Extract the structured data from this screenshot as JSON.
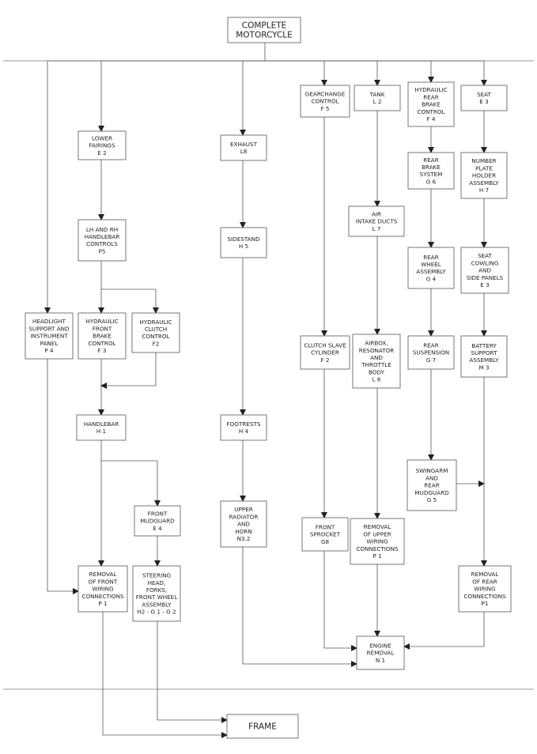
{
  "nodes": {
    "complete_motorcycle": [
      "COMPLETE",
      "MOTORCYCLE"
    ],
    "frame": [
      "FRAME"
    ],
    "engine_removal": [
      "ENGINE",
      "REMOVAL",
      "N 1"
    ],
    "lower_fairings": [
      "LOWER",
      "FAIRINGS",
      "E 2"
    ],
    "lh_rh_handlebar_controls": [
      "LH AND RH",
      "HANDLEBAR",
      "CONTROLS",
      "P5"
    ],
    "headlight_support": [
      "HEADLIGHT",
      "SUPPORT AND",
      "INSTRUMENT",
      "PANEL",
      "P 4"
    ],
    "hydraulic_front_brake_control": [
      "HYDRAULIC",
      "FRONT",
      "BRAKE",
      "CONTROL",
      "F 3"
    ],
    "hydraulic_clutch_control": [
      "HYDRAULIC",
      "CLUTCH",
      "CONTROL",
      "F2"
    ],
    "handlebar": [
      "HANDLEBAR",
      "H 1"
    ],
    "front_mudguard": [
      "FRONT",
      "MUDGUARD",
      "E 4"
    ],
    "removal_front_wiring": [
      "REMOVAL",
      "OF FRONT",
      "WIRING",
      "CONNECTIONS",
      "P 1"
    ],
    "steering_head": [
      "STEERING",
      "HEAD,",
      "FORKS,",
      "FRONT WHEEL",
      "ASSEMBLY",
      "H2 - G 1 - G 2"
    ],
    "exhaust": [
      "EXHAUST",
      "L8"
    ],
    "sidestand": [
      "SIDESTAND",
      "H 5"
    ],
    "footrests": [
      "FOOTRESTS",
      "H 4"
    ],
    "upper_radiator_horn": [
      "UPPER",
      "RADIATOR",
      "AND",
      "HORN",
      "N3.2"
    ],
    "gearchange_control": [
      "GEARCHANGE",
      "CONTROL",
      "F 5"
    ],
    "clutch_slave_cylinder": [
      "CLUTCH SLAVE",
      "CYLINDER",
      "F 2"
    ],
    "front_sprocket": [
      "FRONT",
      "SPROCKET",
      "G8"
    ],
    "tank": [
      "TANK",
      "L 2"
    ],
    "air_intake_ducts": [
      "AIR",
      "INTAKE DUCTS",
      "L 7"
    ],
    "airbox": [
      "AIRBOX,",
      "RESONATOR",
      "AND",
      "THROTTLE",
      "BODY",
      "L 6"
    ],
    "removal_upper_wiring": [
      "REMOVAL",
      "OF UPPER",
      "WIRING",
      "CONNECTIONS",
      "P 1"
    ],
    "hydraulic_rear_brake_control": [
      "HYDRAULIC",
      "REAR",
      "BRAKE",
      "CONTROL",
      "F 4"
    ],
    "rear_brake_system": [
      "REAR",
      "BRAKE",
      "SYSTEM",
      "G 6"
    ],
    "rear_wheel_assembly": [
      "REAR",
      "WHEEL",
      "ASSEMBLY",
      "G 4"
    ],
    "rear_suspension": [
      "REAR",
      "SUSPENSION",
      "G 7"
    ],
    "swingarm_rear_mudguard": [
      "SWINGARM",
      "AND",
      "REAR",
      "MUDGUARD",
      "G 5"
    ],
    "seat": [
      "SEAT",
      "E 3"
    ],
    "number_plate_holder": [
      "NUMBER",
      "PLATE",
      "HOLDER",
      "ASSEMBLY",
      "H 7"
    ],
    "seat_cowling_side_panels": [
      "SEAT",
      "COWLING",
      "AND",
      "SIDE PANELS",
      "E 3"
    ],
    "battery_support": [
      "BATTERY",
      "SUPPORT",
      "ASSEMBLY",
      "M 3"
    ],
    "removal_rear_wiring": [
      "REMOVAL",
      "OF REAR",
      "WIRING",
      "CONNECTIONS",
      "P1"
    ]
  },
  "edges": [
    [
      "complete_motorcycle",
      "lower_fairings"
    ],
    [
      "complete_motorcycle",
      "headlight_support"
    ],
    [
      "complete_motorcycle",
      "exhaust"
    ],
    [
      "complete_motorcycle",
      "gearchange_control"
    ],
    [
      "complete_motorcycle",
      "tank"
    ],
    [
      "complete_motorcycle",
      "hydraulic_rear_brake_control"
    ],
    [
      "complete_motorcycle",
      "seat"
    ],
    [
      "lower_fairings",
      "lh_rh_handlebar_controls"
    ],
    [
      "lh_rh_handlebar_controls",
      "hydraulic_front_brake_control"
    ],
    [
      "lh_rh_handlebar_controls",
      "hydraulic_clutch_control"
    ],
    [
      "hydraulic_front_brake_control",
      "handlebar"
    ],
    [
      "hydraulic_clutch_control",
      "handlebar"
    ],
    [
      "handlebar",
      "removal_front_wiring"
    ],
    [
      "handlebar",
      "front_mudguard"
    ],
    [
      "headlight_support",
      "removal_front_wiring"
    ],
    [
      "front_mudguard",
      "steering_head"
    ],
    [
      "removal_front_wiring",
      "frame"
    ],
    [
      "steering_head",
      "frame"
    ],
    [
      "exhaust",
      "sidestand"
    ],
    [
      "sidestand",
      "footrests"
    ],
    [
      "footrests",
      "upper_radiator_horn"
    ],
    [
      "upper_radiator_horn",
      "engine_removal"
    ],
    [
      "gearchange_control",
      "clutch_slave_cylinder"
    ],
    [
      "clutch_slave_cylinder",
      "front_sprocket"
    ],
    [
      "front_sprocket",
      "engine_removal"
    ],
    [
      "tank",
      "air_intake_ducts"
    ],
    [
      "air_intake_ducts",
      "airbox"
    ],
    [
      "airbox",
      "removal_upper_wiring"
    ],
    [
      "removal_upper_wiring",
      "engine_removal"
    ],
    [
      "hydraulic_rear_brake_control",
      "rear_brake_system"
    ],
    [
      "rear_brake_system",
      "rear_wheel_assembly"
    ],
    [
      "rear_wheel_assembly",
      "rear_suspension"
    ],
    [
      "rear_suspension",
      "swingarm_rear_mudguard"
    ],
    [
      "seat",
      "number_plate_holder"
    ],
    [
      "number_plate_holder",
      "seat_cowling_side_panels"
    ],
    [
      "seat_cowling_side_panels",
      "battery_support"
    ],
    [
      "swingarm_rear_mudguard",
      "removal_rear_wiring"
    ],
    [
      "battery_support",
      "removal_rear_wiring"
    ],
    [
      "removal_rear_wiring",
      "engine_removal"
    ]
  ]
}
